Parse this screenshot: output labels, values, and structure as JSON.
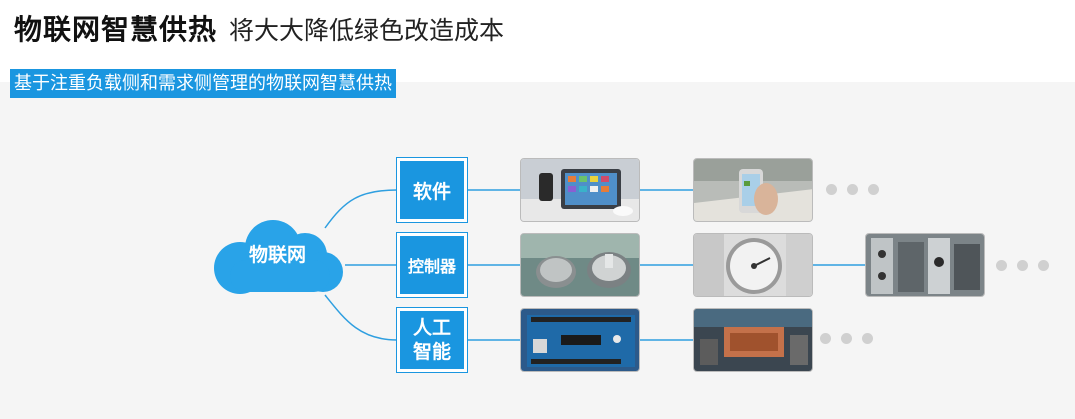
{
  "header": {
    "title_main": "物联网智慧供热",
    "title_sub": "将大大降低绿色改造成本"
  },
  "subtitle": "基于注重负载侧和需求侧管理的物联网智慧供热",
  "diagram": {
    "center_label": "物联网",
    "branches": [
      {
        "label": "软件",
        "images": [
          "tablet-photo",
          "smartphone-photo"
        ]
      },
      {
        "label": "控制器",
        "images": [
          "control-knobs-photo",
          "pressure-gauge-photo",
          "circuit-panel-photo"
        ]
      },
      {
        "label": "人工智能",
        "images": [
          "arduino-board-photo",
          "circuit-board-photo"
        ]
      }
    ]
  },
  "colors": {
    "accent": "#1a96e0",
    "cloud": "#29a3e8",
    "connector": "#2f9fe0",
    "dot": "#d0d0d0",
    "panel": "#f5f5f5"
  }
}
